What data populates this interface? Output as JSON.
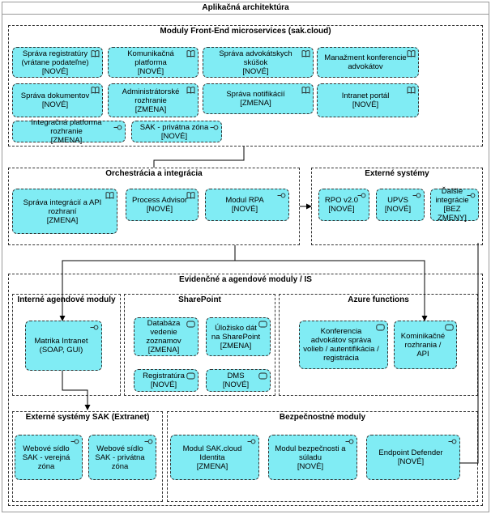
{
  "title": "Aplikačná architektúra",
  "frontend": {
    "title": "Moduly Front-End microservices (sak.cloud)",
    "nodes": [
      {
        "name": "Správa registratúry (vrátane podateľne)",
        "tag": "[NOVÉ]",
        "icon": "book-icon"
      },
      {
        "name": "Komunikačná platforma",
        "tag": "[NOVÉ]",
        "icon": "book-icon"
      },
      {
        "name": "Správa advokátskych skúšok",
        "tag": "[NOVÉ]",
        "icon": "book-icon"
      },
      {
        "name": "Manažment konferencie advokátov",
        "tag": "",
        "icon": "book-icon"
      },
      {
        "name": "Správa dokumentov",
        "tag": "[NOVÉ]",
        "icon": "book-icon"
      },
      {
        "name": "Administrátorské rozhranie",
        "tag": "[ZMENA]",
        "icon": "book-icon"
      },
      {
        "name": "Správa notifikácií",
        "tag": "[ZMENA]",
        "icon": "book-icon"
      },
      {
        "name": "Intranet portál",
        "tag": "[NOVÉ]",
        "icon": "book-icon"
      },
      {
        "name": "Integračná platforma rozhranie",
        "tag": "[ZMENA]",
        "icon": "interface-icon"
      },
      {
        "name": "SAK - privátna zóna",
        "tag": "[NOVÉ]",
        "icon": "interface-icon"
      }
    ]
  },
  "orchestration": {
    "title": "Orchestrácia a integrácia",
    "nodes": [
      {
        "name": "Správa integrácií a API rozhraní",
        "tag": "[ZMENA]",
        "icon": "book-icon"
      },
      {
        "name": "Process Advisor",
        "tag": "[NOVÉ]",
        "icon": "book-icon"
      },
      {
        "name": "Modul RPA",
        "tag": "[NOVÉ]",
        "icon": "interface-icon"
      }
    ]
  },
  "external": {
    "title": "Externé systémy",
    "nodes": [
      {
        "name": "RPO v2.0",
        "tag": "[NOVÉ]",
        "icon": "interface-icon"
      },
      {
        "name": "UPVS",
        "tag": "[NOVÉ]",
        "icon": "interface-icon"
      },
      {
        "name": "Ďalšie integrácie",
        "tag": "[BEZ ZMENY]",
        "icon": "interface-icon"
      }
    ]
  },
  "evidence": {
    "title": "Evidenčné a agendové moduly / IS",
    "internal": {
      "title": "Interné agendové moduly",
      "nodes": [
        {
          "name": "Matrika Intranet (SOAP, GUI)",
          "tag": "",
          "icon": "interface-icon"
        }
      ]
    },
    "sharepoint": {
      "title": "SharePoint",
      "nodes": [
        {
          "name": "Databáza vedenie zoznamov",
          "tag": "[ZMENA]",
          "icon": "database-icon"
        },
        {
          "name": "Úložisko dát na SharePoint",
          "tag": "[ZMENA]",
          "icon": "database-icon"
        },
        {
          "name": "Registratúra",
          "tag": "[NOVÉ]",
          "icon": "database-icon"
        },
        {
          "name": "DMS",
          "tag": "[NOVÉ]",
          "icon": "database-icon"
        }
      ]
    },
    "azure": {
      "title": "Azure functions",
      "nodes": [
        {
          "name": "Konferencia advokátov správa volieb / autentifikácia / registrácia",
          "tag": "",
          "icon": "database-icon"
        },
        {
          "name": "Kominikačné rozhrania / API",
          "tag": "",
          "icon": "database-icon"
        }
      ]
    },
    "extranet": {
      "title": "Externé systémy SAK (Extranet)",
      "nodes": [
        {
          "name": "Webové sídlo SAK - verejná zóna",
          "tag": "",
          "icon": "interface-icon"
        },
        {
          "name": "Webové sídlo SAK - privátna zóna",
          "tag": "",
          "icon": "interface-icon"
        }
      ]
    },
    "security": {
      "title": "Bezpečnostné moduly",
      "nodes": [
        {
          "name": "Modul SAK.cloud Identita",
          "tag": "[ZMENA]",
          "icon": "interface-icon"
        },
        {
          "name": "Modul bezpečnosti a súladu",
          "tag": "[NOVÉ]",
          "icon": "interface-icon"
        },
        {
          "name": "Endpoint Defender",
          "tag": "[NOVÉ]",
          "icon": "interface-icon"
        }
      ]
    }
  },
  "colors": {
    "node_fill": "#80ecf4",
    "border": "#333333",
    "frame": "#999999"
  }
}
